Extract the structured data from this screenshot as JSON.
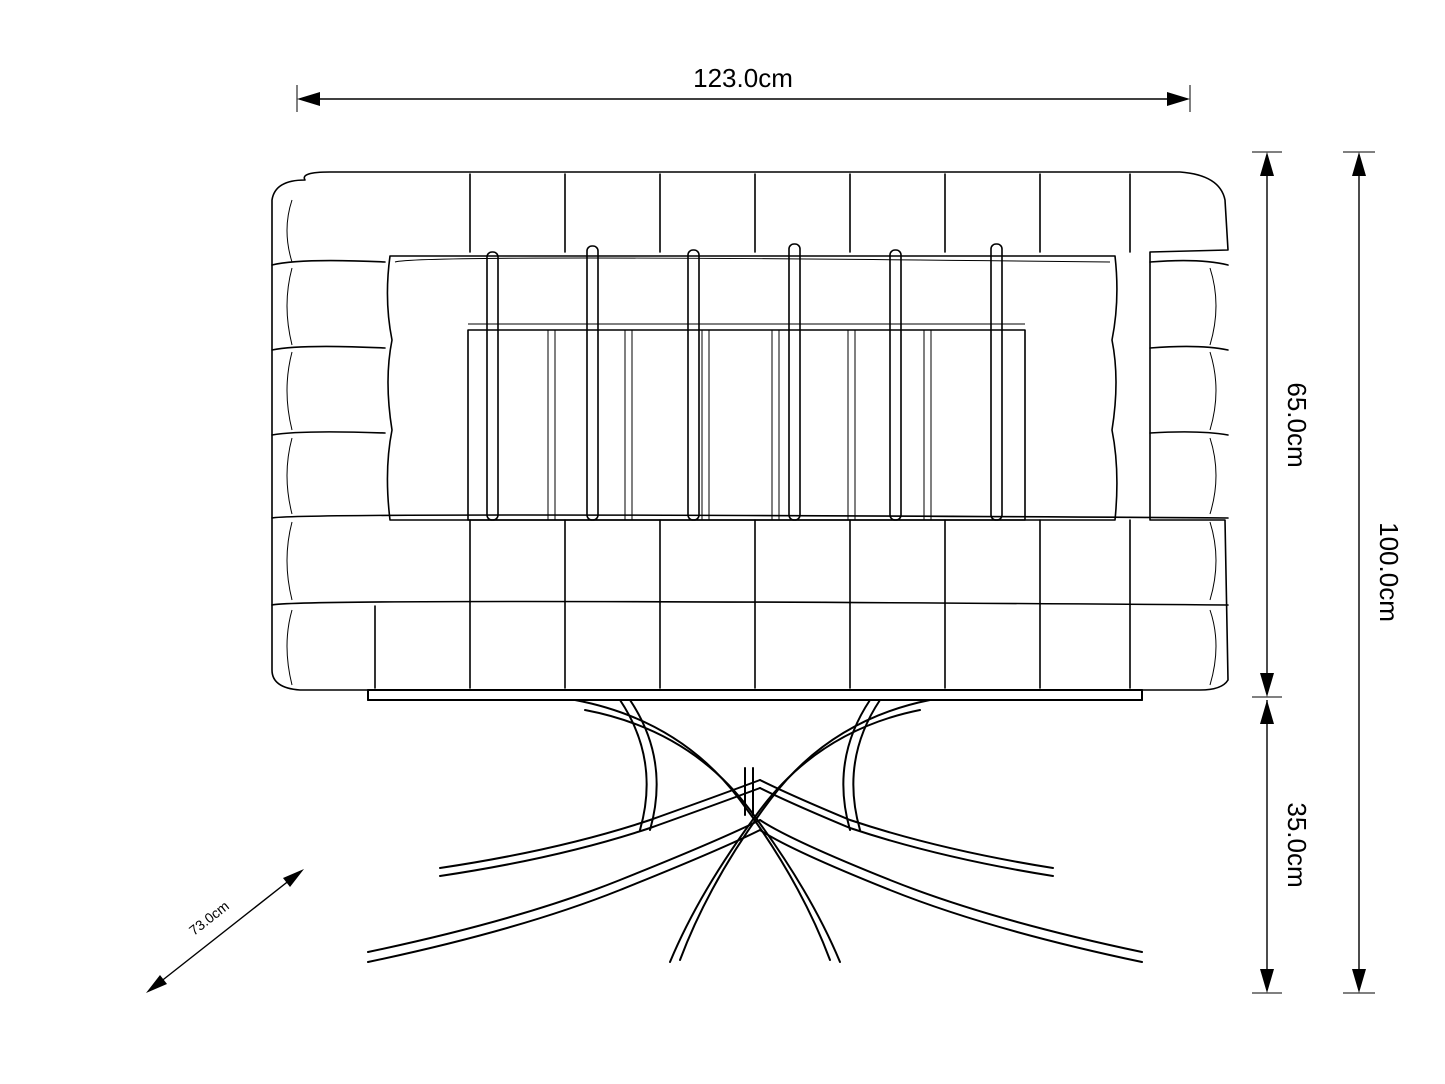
{
  "dimensions": {
    "width_label": "123.0cm",
    "seat_height_label": "65.0cm",
    "total_height_label": "100.0cm",
    "base_height_label": "35.0cm",
    "depth_label": "73.0cm"
  },
  "object": {
    "name_icon": "tufted-bench-with-x-frame-icon"
  }
}
